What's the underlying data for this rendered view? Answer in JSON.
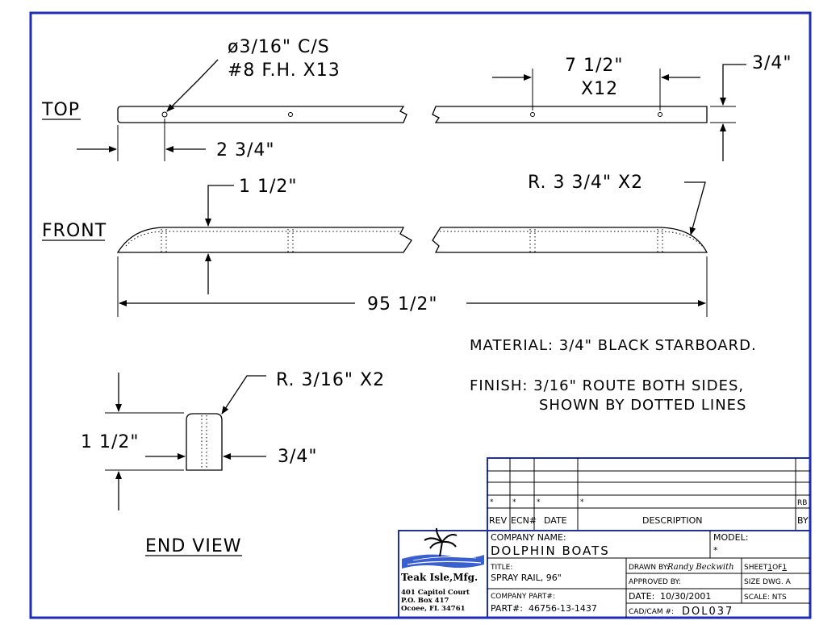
{
  "views": {
    "top": {
      "label": "TOP",
      "hole_note_1": "ø3/16\" C/S",
      "hole_note_2": "#8 F.H. X13",
      "spacing_1": "7 1/2\"",
      "spacing_2": "X12",
      "width": "3/4\"",
      "edge_offset": "2 3/4\""
    },
    "front": {
      "label": "FRONT",
      "height": "1 1/2\"",
      "radius": "R. 3 3/4\" X2",
      "length": "95 1/2\""
    },
    "end": {
      "label": "END VIEW",
      "radius": "R. 3/16\" X2",
      "height": "1 1/2\"",
      "width": "3/4\""
    }
  },
  "notes": {
    "material": "MATERIAL: 3/4\" BLACK STARBOARD.",
    "finish_1": "FINISH: 3/16\" ROUTE BOTH SIDES,",
    "finish_2": "SHOWN BY DOTTED LINES"
  },
  "revision_block": {
    "marks": [
      "*",
      "*",
      "*",
      "*"
    ],
    "rb": "RB",
    "headers": {
      "rev": "REV",
      "ecn": "ECN#",
      "date": "DATE",
      "description": "DESCRIPTION",
      "by": "BY"
    }
  },
  "title_block": {
    "logo_company": "Teak Isle,Mfg.",
    "address_1": "401 Capitol Court",
    "address_2": "P.O. Box 417",
    "address_3": "Ocoee, FL 34761",
    "company_name_label": "COMPANY NAME:",
    "company_name": "DOLPHIN BOATS",
    "model_label": "MODEL:",
    "model": "*",
    "title_label": "TITLE:",
    "title": "SPRAY RAIL, 96\"",
    "drawn_by_label": "DRAWN BY:",
    "drawn_by": "Randy Beckwith",
    "sheet_label": "SHEET",
    "sheet_num": "1",
    "sheet_of": "OF",
    "sheet_total": "1",
    "approved_by_label": "APPROVED BY:",
    "size": "SIZE DWG. A",
    "company_part_label": "COMPANY PART#:",
    "part_label": "PART#:",
    "part": "46756-13-1437",
    "date_label": "DATE:",
    "date": "10/30/2001",
    "scale": "SCALE:  NTS",
    "cad_label": "CAD/CAM #:",
    "cad": "DOL037"
  },
  "colors": {
    "border": "#1f2db5",
    "ink": "#000000",
    "logo_water": "#3a5fd0"
  }
}
